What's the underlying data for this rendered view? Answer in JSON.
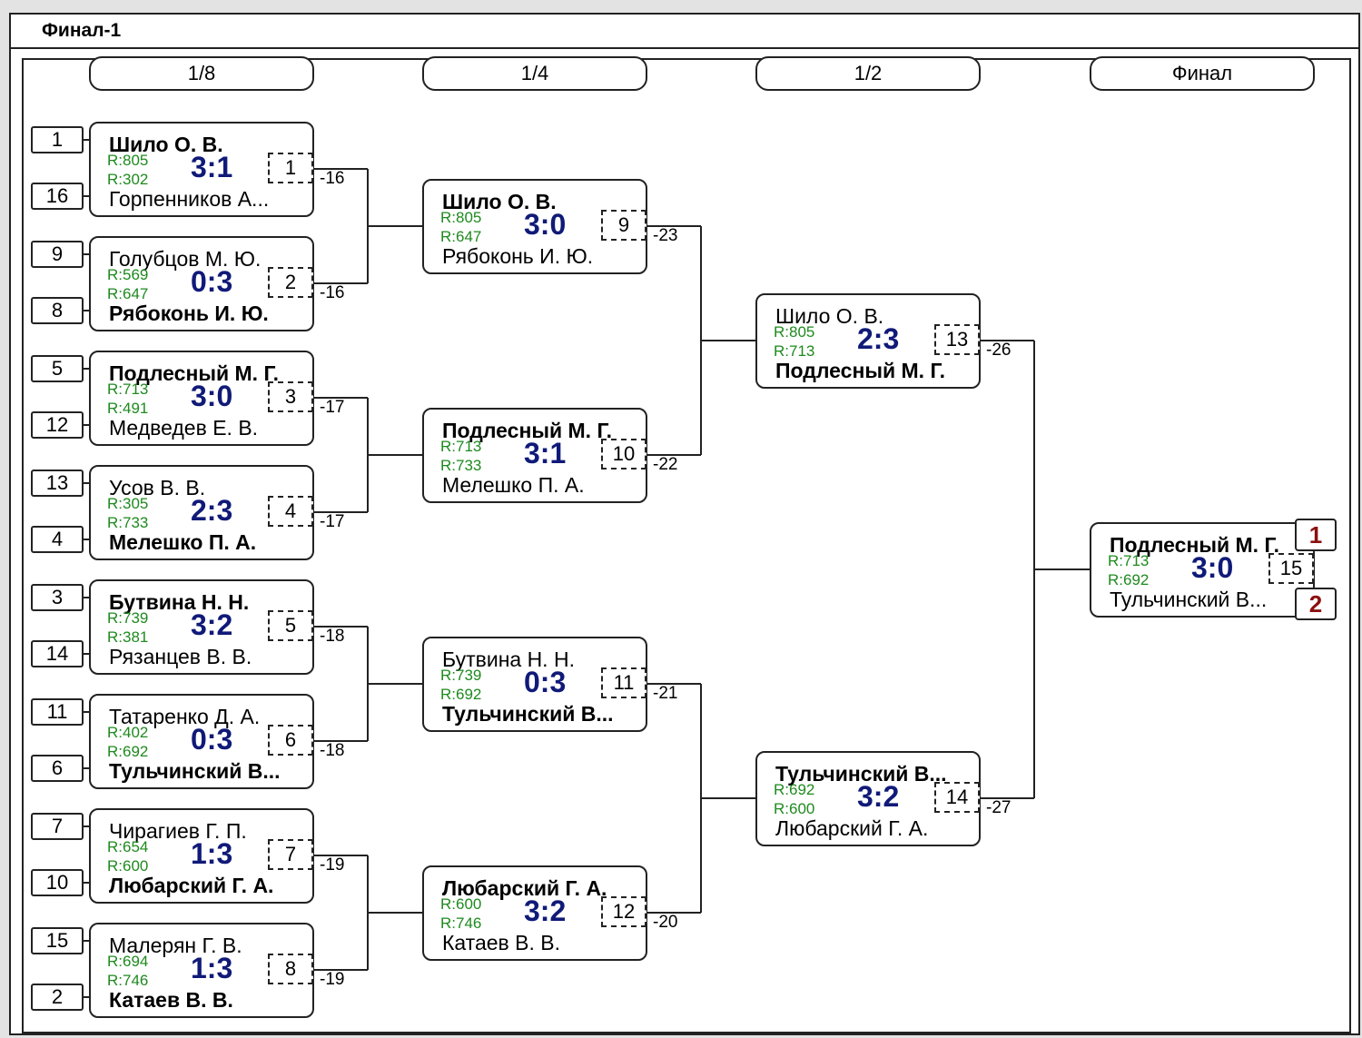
{
  "window": {
    "title": "Финал-1"
  },
  "stages": [
    "1/8",
    "1/4",
    "1/2",
    "Финал"
  ],
  "seeds": [
    "1",
    "16",
    "9",
    "8",
    "5",
    "12",
    "13",
    "4",
    "3",
    "14",
    "11",
    "6",
    "7",
    "10",
    "15",
    "2"
  ],
  "matches": [
    {
      "p1": "Шило О. В.",
      "r1": "R:805",
      "p2": "Горпенников А...",
      "r2": "R:302",
      "score": "3:1",
      "no": "1",
      "winner": 1,
      "loser_to": "-16"
    },
    {
      "p1": "Голубцов М. Ю.",
      "r1": "R:569",
      "p2": "Рябоконь И. Ю.",
      "r2": "R:647",
      "score": "0:3",
      "no": "2",
      "winner": 2,
      "loser_to": "-16"
    },
    {
      "p1": "Подлесный М. Г.",
      "r1": "R:713",
      "p2": "Медведев Е. В.",
      "r2": "R:491",
      "score": "3:0",
      "no": "3",
      "winner": 1,
      "loser_to": "-17"
    },
    {
      "p1": "Усов В. В.",
      "r1": "R:305",
      "p2": "Мелешко П. А.",
      "r2": "R:733",
      "score": "2:3",
      "no": "4",
      "winner": 2,
      "loser_to": "-17"
    },
    {
      "p1": "Бутвина Н. Н.",
      "r1": "R:739",
      "p2": "Рязанцев В. В.",
      "r2": "R:381",
      "score": "3:2",
      "no": "5",
      "winner": 1,
      "loser_to": "-18"
    },
    {
      "p1": "Татаренко Д. А.",
      "r1": "R:402",
      "p2": "Тульчинский В...",
      "r2": "R:692",
      "score": "0:3",
      "no": "6",
      "winner": 2,
      "loser_to": "-18"
    },
    {
      "p1": "Чирагиев Г. П.",
      "r1": "R:654",
      "p2": "Любарский Г. А.",
      "r2": "R:600",
      "score": "1:3",
      "no": "7",
      "winner": 2,
      "loser_to": "-19"
    },
    {
      "p1": "Малерян Г. В.",
      "r1": "R:694",
      "p2": "Катаев В. В.",
      "r2": "R:746",
      "score": "1:3",
      "no": "8",
      "winner": 2,
      "loser_to": "-19"
    },
    {
      "p1": "Шило О. В.",
      "r1": "R:805",
      "p2": "Рябоконь И. Ю.",
      "r2": "R:647",
      "score": "3:0",
      "no": "9",
      "winner": 1,
      "loser_to": "-23"
    },
    {
      "p1": "Подлесный М. Г.",
      "r1": "R:713",
      "p2": "Мелешко П. А.",
      "r2": "R:733",
      "score": "3:1",
      "no": "10",
      "winner": 1,
      "loser_to": "-22"
    },
    {
      "p1": "Бутвина Н. Н.",
      "r1": "R:739",
      "p2": "Тульчинский В...",
      "r2": "R:692",
      "score": "0:3",
      "no": "11",
      "winner": 2,
      "loser_to": "-21"
    },
    {
      "p1": "Любарский Г. А.",
      "r1": "R:600",
      "p2": "Катаев В. В.",
      "r2": "R:746",
      "score": "3:2",
      "no": "12",
      "winner": 1,
      "loser_to": "-20"
    },
    {
      "p1": "Шило О. В.",
      "r1": "R:805",
      "p2": "Подлесный М. Г.",
      "r2": "R:713",
      "score": "2:3",
      "no": "13",
      "winner": 2,
      "loser_to": "-26"
    },
    {
      "p1": "Тульчинский В...",
      "r1": "R:692",
      "p2": "Любарский Г. А.",
      "r2": "R:600",
      "score": "3:2",
      "no": "14",
      "winner": 1,
      "loser_to": "-27"
    },
    {
      "p1": "Подлесный М. Г.",
      "r1": "R:713",
      "p2": "Тульчинский В...",
      "r2": "R:692",
      "score": "3:0",
      "no": "15",
      "winner": 1,
      "loser_to": ""
    }
  ],
  "places": [
    "1",
    "2"
  ]
}
